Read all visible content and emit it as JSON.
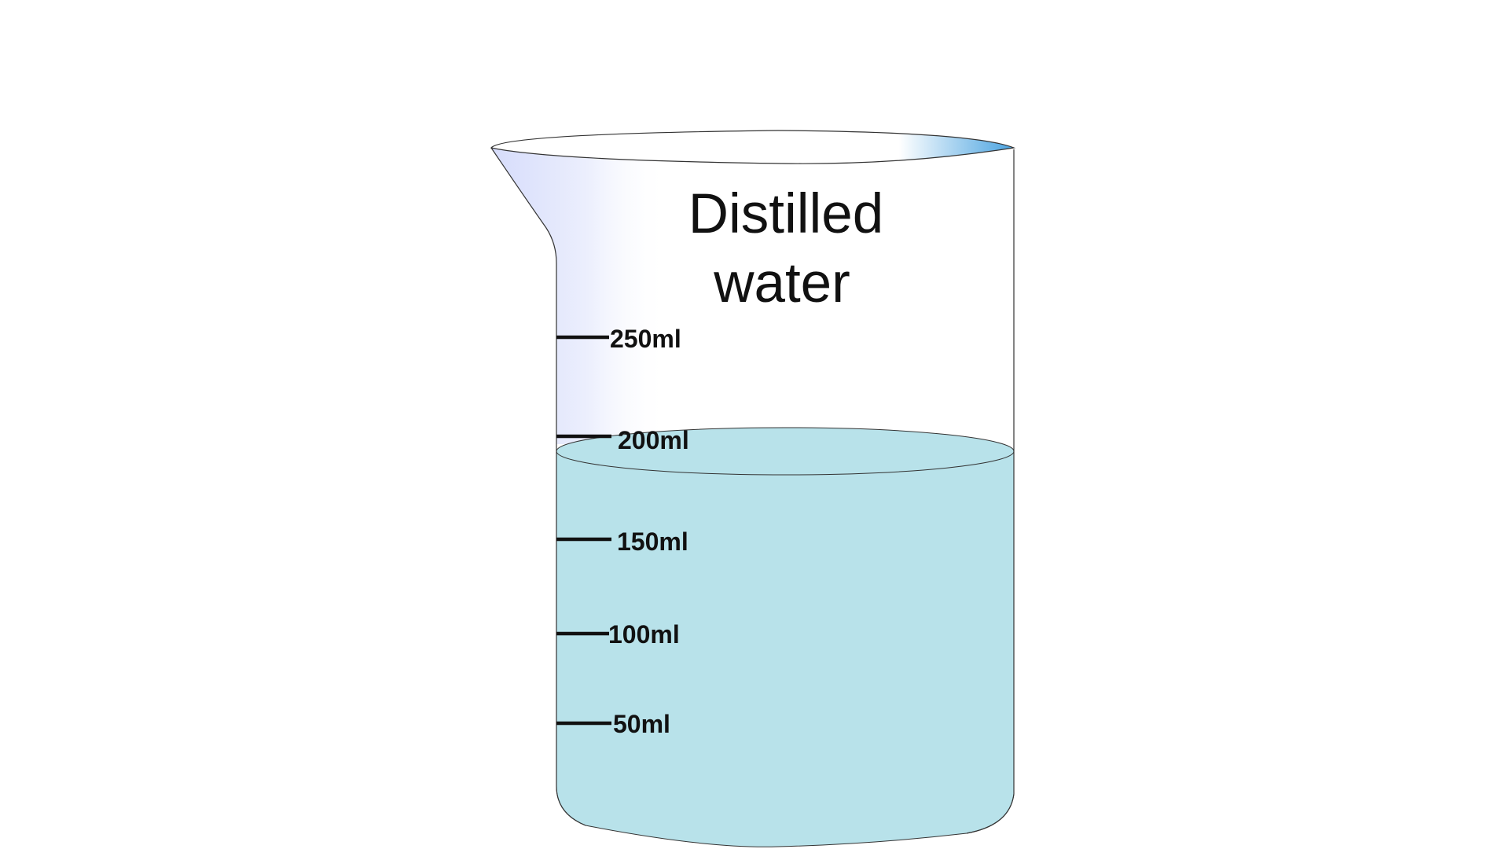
{
  "beaker": {
    "label_line1": "Distilled",
    "label_line2": "water",
    "liquid_volume_ml": 200,
    "capacity_max_mark_ml": 250
  },
  "graduations": [
    {
      "label": "250ml",
      "value_ml": 250
    },
    {
      "label": "200ml",
      "value_ml": 200
    },
    {
      "label": "150ml",
      "value_ml": 150
    },
    {
      "label": "100ml",
      "value_ml": 100
    },
    {
      "label": "50ml",
      "value_ml": 50
    }
  ],
  "colors": {
    "water": "#b8e2ea",
    "glass_outline": "#333333",
    "spout_tint": "#d6dcfb",
    "rim_highlight": "#4aa3e0",
    "text": "#111111"
  }
}
